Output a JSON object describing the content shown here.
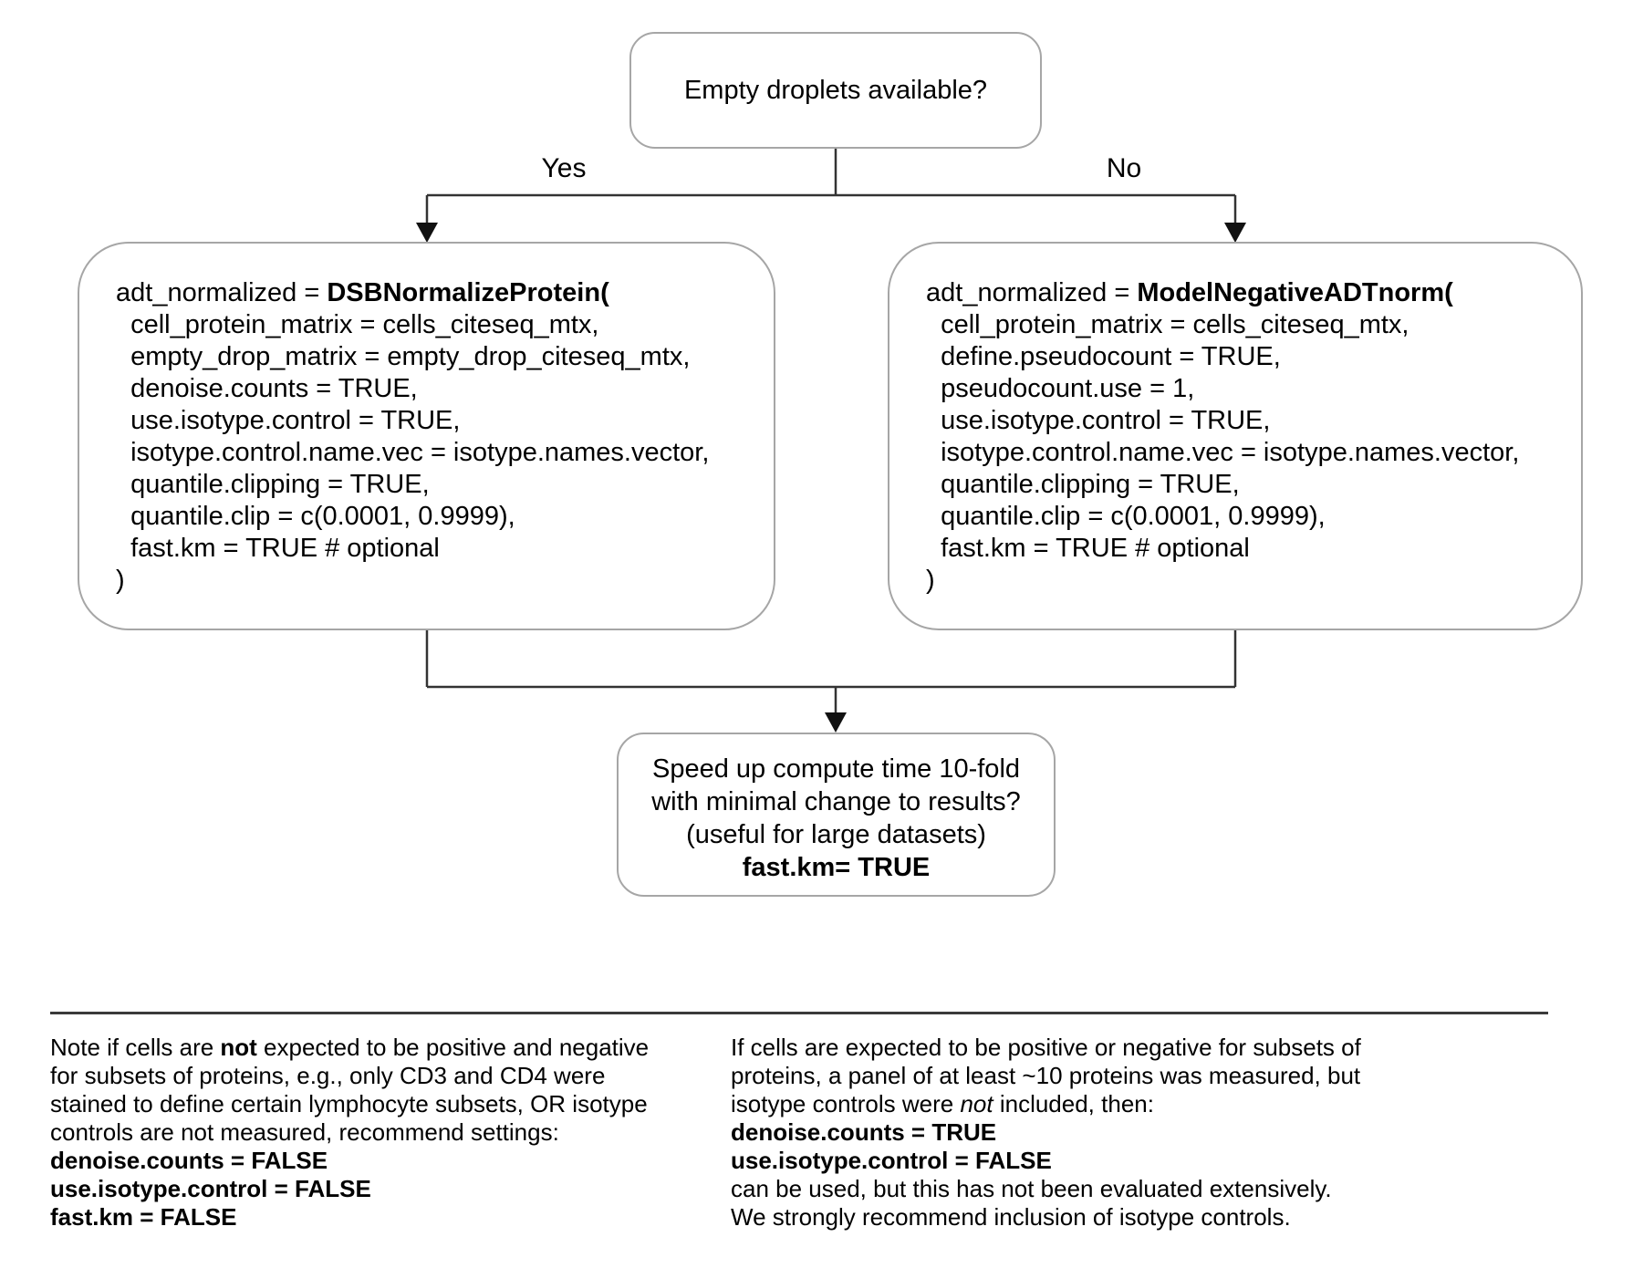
{
  "colors": {
    "box_border": "#a6a6a6",
    "connector": "#333333",
    "arrowhead": "#111111",
    "text": "#000000",
    "divider": "#3a3a3a",
    "background": "#ffffff"
  },
  "decision": {
    "text": "Empty droplets available?"
  },
  "branches": {
    "yes": "Yes",
    "no": "No"
  },
  "yes_box": {
    "lines": [
      [
        {
          "t": "adt_normalized = "
        },
        {
          "t": "DSBNormalizeProtein(",
          "b": true
        }
      ],
      [
        {
          "t": "  cell_protein_matrix = cells_citeseq_mtx,"
        }
      ],
      [
        {
          "t": "  empty_drop_matrix = empty_drop_citeseq_mtx,"
        }
      ],
      [
        {
          "t": "  denoise.counts = TRUE,"
        }
      ],
      [
        {
          "t": "  use.isotype.control = TRUE,"
        }
      ],
      [
        {
          "t": "  isotype.control.name.vec = isotype.names.vector,"
        }
      ],
      [
        {
          "t": "  quantile.clipping = TRUE,"
        }
      ],
      [
        {
          "t": "  quantile.clip = c(0.0001, 0.9999),"
        }
      ],
      [
        {
          "t": "  fast.km = TRUE # optional"
        }
      ],
      [
        {
          "t": ")"
        }
      ]
    ]
  },
  "no_box": {
    "lines": [
      [
        {
          "t": "adt_normalized = "
        },
        {
          "t": "ModelNegativeADTnorm(",
          "b": true
        }
      ],
      [
        {
          "t": "  cell_protein_matrix = cells_citeseq_mtx,"
        }
      ],
      [
        {
          "t": "  define.pseudocount = TRUE,"
        }
      ],
      [
        {
          "t": "  pseudocount.use = 1,"
        }
      ],
      [
        {
          "t": "  use.isotype.control = TRUE,"
        }
      ],
      [
        {
          "t": "  isotype.control.name.vec = isotype.names.vector,"
        }
      ],
      [
        {
          "t": "  quantile.clipping = TRUE,"
        }
      ],
      [
        {
          "t": "  quantile.clip = c(0.0001, 0.9999),"
        }
      ],
      [
        {
          "t": "  fast.km = TRUE # optional"
        }
      ],
      [
        {
          "t": ")"
        }
      ]
    ]
  },
  "speedup_box": {
    "lines": [
      [
        {
          "t": "Speed up compute time 10-fold"
        }
      ],
      [
        {
          "t": "with minimal change to results?"
        }
      ],
      [
        {
          "t": "(useful for large datasets)"
        }
      ],
      [
        {
          "t": "fast.km= TRUE",
          "b": true
        }
      ]
    ]
  },
  "notes": {
    "left": {
      "lines": [
        [
          {
            "t": "Note if cells are "
          },
          {
            "t": "not",
            "b": true
          },
          {
            "t": " expected to be positive and negative"
          }
        ],
        [
          {
            "t": "for subsets of proteins, e.g., only CD3 and CD4 were"
          }
        ],
        [
          {
            "t": "stained to define certain lymphocyte subsets, OR isotype"
          }
        ],
        [
          {
            "t": "controls are not measured, recommend settings:"
          }
        ],
        [
          {
            "t": "denoise.counts = FALSE",
            "b": true
          }
        ],
        [
          {
            "t": "use.isotype.control = FALSE",
            "b": true
          }
        ],
        [
          {
            "t": "fast.km = FALSE",
            "b": true
          }
        ]
      ]
    },
    "right": {
      "lines": [
        [
          {
            "t": "If cells are expected to be positive or negative for subsets of"
          }
        ],
        [
          {
            "t": "proteins, a panel of at least ~10 proteins was measured, but"
          }
        ],
        [
          {
            "t": "isotype controls were "
          },
          {
            "t": "not",
            "i": true
          },
          {
            "t": " included, then:"
          }
        ],
        [
          {
            "t": "denoise.counts = TRUE",
            "b": true
          }
        ],
        [
          {
            "t": "use.isotype.control = FALSE",
            "b": true
          }
        ],
        [
          {
            "t": "can be used, but this has not been evaluated extensively."
          }
        ],
        [
          {
            "t": "We strongly recommend inclusion of isotype controls."
          }
        ]
      ]
    }
  }
}
